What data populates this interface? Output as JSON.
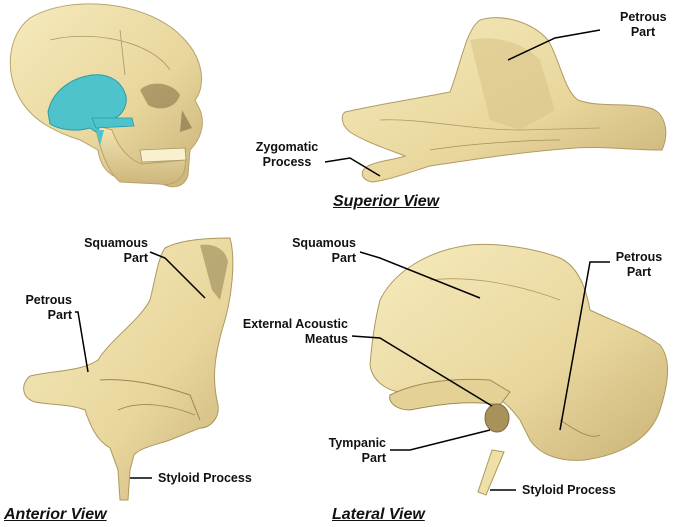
{
  "colors": {
    "bone": "#efe0a8",
    "bone_shade": "#c8b27a",
    "bone_dark": "#8c7a4c",
    "temporal_highlight": "#4fc3cc",
    "leader_line": "#000000"
  },
  "labels": {
    "superior_petrous": "Petrous Part",
    "superior_zygomatic": "Zygomatic Process",
    "anterior_squamous": "Squamous Part",
    "anterior_petrous": "Petrous Part",
    "anterior_styloid": "Styloid Process",
    "lateral_squamous": "Squamous Part",
    "lateral_petrous": "Petrous Part",
    "lateral_eam": "External Acoustic Meatus",
    "lateral_tympanic": "Tympanic Part",
    "lateral_styloid": "Styloid Process"
  },
  "views": {
    "superior": "Superior View",
    "anterior": "Anterior View",
    "lateral": "Lateral View"
  }
}
